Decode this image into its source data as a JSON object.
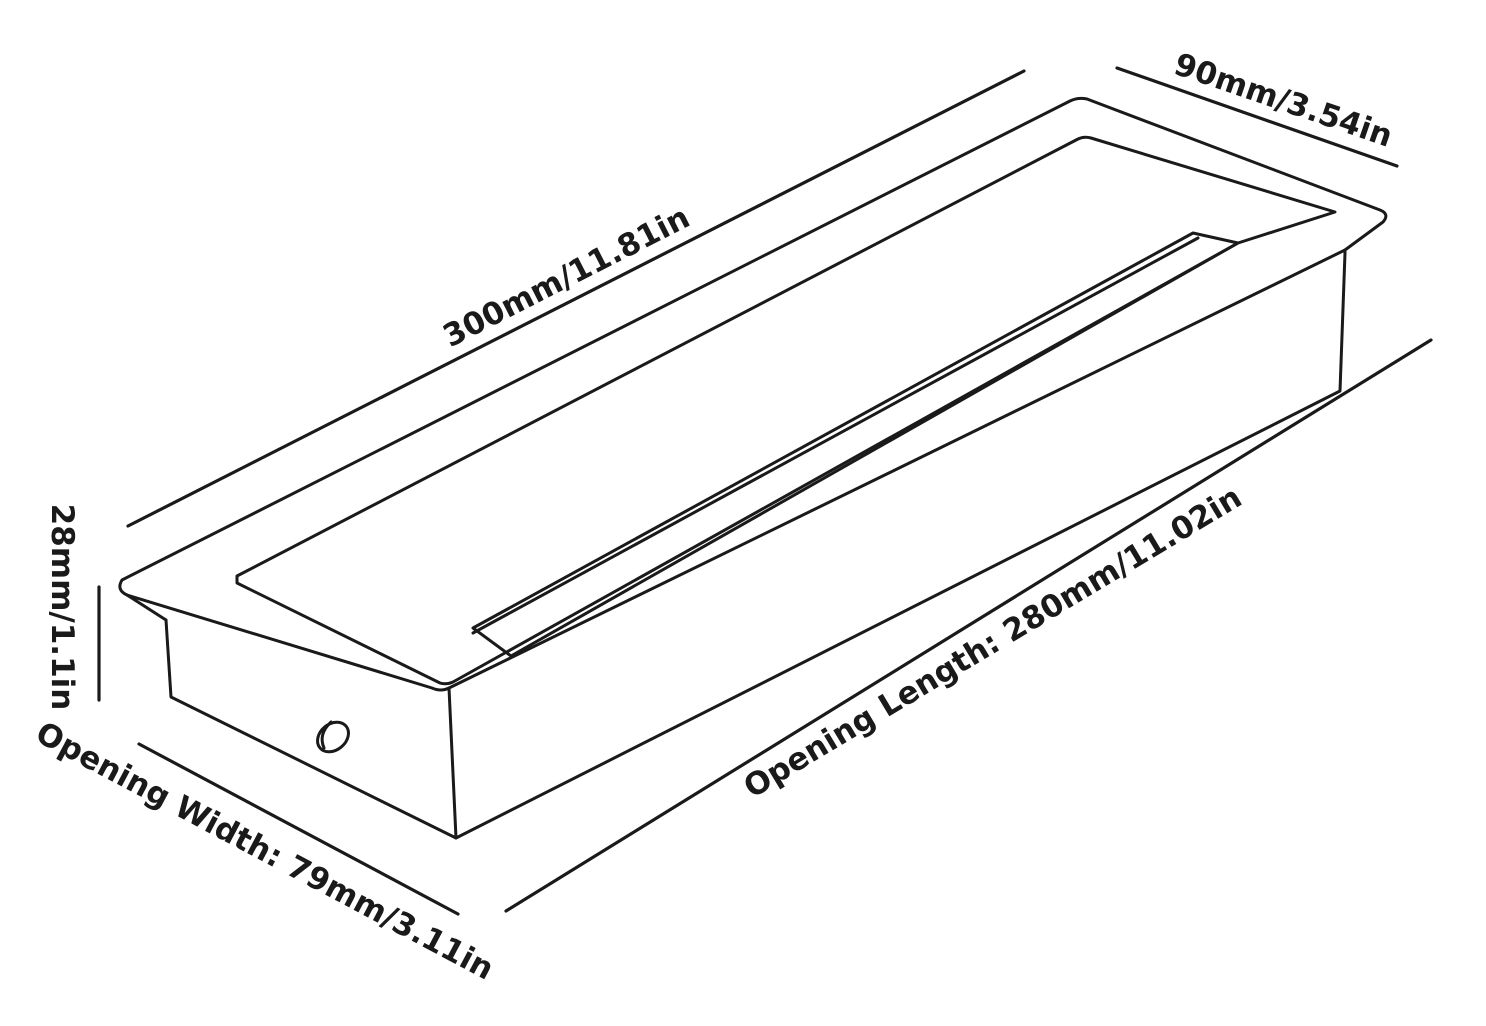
{
  "dimensions": {
    "overall_length": "300mm/11.81in",
    "overall_width": "90mm/3.54in",
    "height": "28mm/1.1in",
    "opening_width": "Opening Width: 79mm/3.11in",
    "opening_length": "Opening Length: 280mm/11.02in"
  },
  "colors": {
    "line": "#1a1a1a",
    "background": "#ffffff"
  }
}
